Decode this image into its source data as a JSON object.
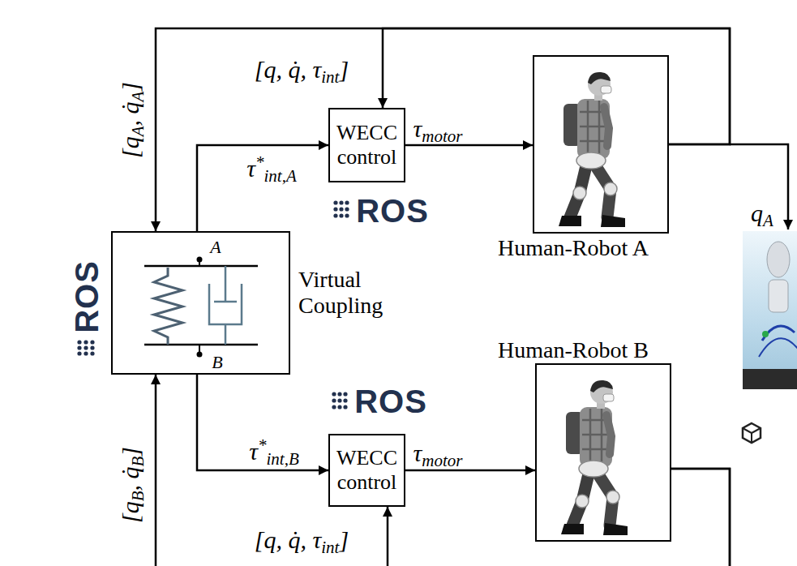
{
  "diagram": {
    "nodes": [
      {
        "text": [
          "WECC control"
        ]
      },
      {
        "text": [
          "Human-Robot A"
        ]
      },
      {
        "text": [
          "Virtual Coupling"
        ]
      },
      {
        "text": [
          "Human-Robot B"
        ]
      },
      {
        "text": [
          "WECC control"
        ]
      }
    ],
    "edges": [
      {
        "from": 2,
        "to": 0,
        "arrow": "to",
        "label": "τ*int,A"
      },
      {
        "from": 0,
        "to": 1,
        "arrow": "to",
        "label": "τmotor"
      },
      {
        "from": 1,
        "to": 0,
        "arrow": "to",
        "label": "[q, q̇, τint]"
      },
      {
        "from": 1,
        "to": 2,
        "arrow": "to",
        "label": "[qA, q̇A]"
      },
      {
        "from": 2,
        "to": 4,
        "arrow": "to",
        "label": "τ*int,B"
      },
      {
        "from": 4,
        "to": 3,
        "arrow": "to",
        "label": "τmotor"
      },
      {
        "from": 3,
        "to": 4,
        "arrow": "to",
        "label": "[q, q̇, τint]"
      },
      {
        "from": 3,
        "to": 2,
        "arrow": "to",
        "label": "[qB, q̇B]"
      }
    ],
    "labels": [
      "ROS",
      "A",
      "B",
      "ROS",
      "ROS",
      "qA"
    ]
  }
}
